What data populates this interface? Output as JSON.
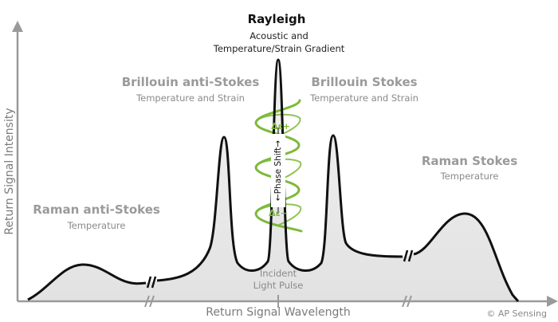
{
  "diagram": {
    "peaks": {
      "rayleigh": {
        "title": "Rayleigh",
        "line1": "Acoustic and",
        "line2": "Temperature/Strain Gradient"
      },
      "brillouin_anti_stokes": {
        "title": "Brillouin anti-Stokes",
        "subtitle": "Temperature and Strain"
      },
      "brillouin_stokes": {
        "title": "Brillouin Stokes",
        "subtitle": "Temperature and Strain"
      },
      "raman_anti_stokes": {
        "title": "Raman anti-Stokes",
        "subtitle": "Temperature"
      },
      "raman_stokes": {
        "title": "Raman Stokes",
        "subtitle": "Temperature"
      }
    },
    "incident": {
      "line1": "Incident",
      "line2": "Light Pulse"
    },
    "phase_shift": "←Phase Shift→",
    "delta_plus": "Δε+",
    "delta_minus": "Δε−",
    "x_axis_label": "Return Signal Wavelength",
    "y_axis_label": "Return Signal Intensity",
    "copyright": "© AP Sensing",
    "colors": {
      "curve": "#111111",
      "fill": "#ececec",
      "axis": "#9a9a9a",
      "helix": "#7dba3a",
      "peak_labels": "#9a9a9a",
      "rayleigh_label": "#111111"
    }
  }
}
